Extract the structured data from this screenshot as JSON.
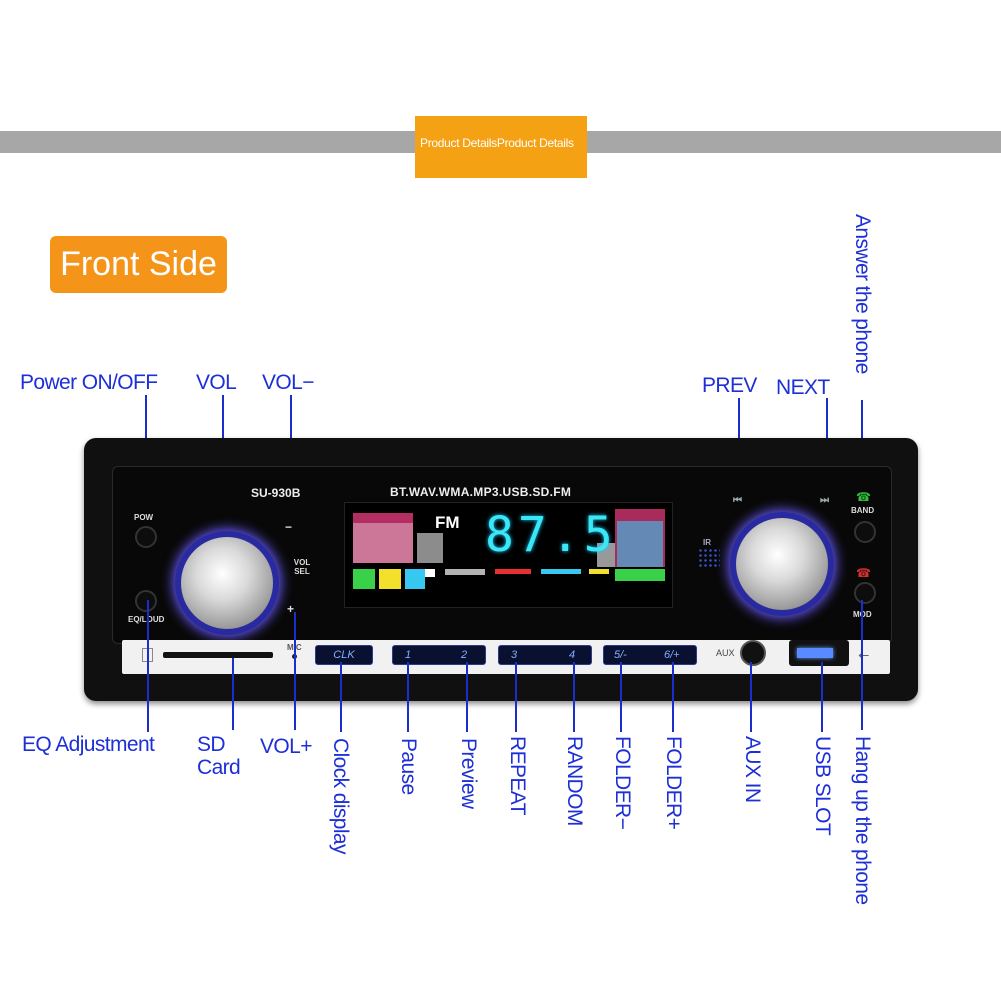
{
  "header": {
    "tab_label": "Product DetailsProduct Details"
  },
  "section_badge": "Front Side",
  "device": {
    "model": "SU-930B",
    "formats": "BT.WAV.WMA.MP3.USB.SD.FM",
    "display": {
      "band": "FM",
      "frequency": "87.5",
      "ir_label": "IR"
    },
    "buttons": {
      "pow": "POW",
      "eq_loud": "EQ/LOUD",
      "vol_sel": "VOL SEL",
      "band": "BAND",
      "mod": "MOD",
      "mic": "MIC",
      "aux": "AUX",
      "clk": "CLK",
      "preset_1": "1",
      "preset_2": "2",
      "preset_3": "3",
      "preset_4": "4",
      "preset_5": "5/-",
      "preset_6": "6/+",
      "vol_minus_mark": "−",
      "vol_plus_mark": "+",
      "prev_icon": "⏮",
      "next_icon": "⏭"
    }
  },
  "labels": {
    "power": "Power ON/OFF",
    "vol": "VOL",
    "vol_minus": "VOL−",
    "prev": "PREV",
    "next": "NEXT",
    "answer": "Answer the phone",
    "eq": "EQ Adjustment",
    "sd_line1": "SD",
    "sd_line2": "Card",
    "vol_plus": "VOL+",
    "clock": "Clock display",
    "pause": "Pause",
    "preview": "Preview",
    "repeat": "REPEAT",
    "random": "RANDOM",
    "folder_minus": "FOLDER−",
    "folder_plus": "FOLDER+",
    "aux_in": "AUX IN",
    "usb_slot": "USB SLOT",
    "hang_up": "Hang up the phone"
  },
  "colors": {
    "label_blue": "#1d2fd6",
    "orange": "#f49418",
    "display_cyan": "#39e8f4",
    "knob_glow": "#6b5cff"
  }
}
